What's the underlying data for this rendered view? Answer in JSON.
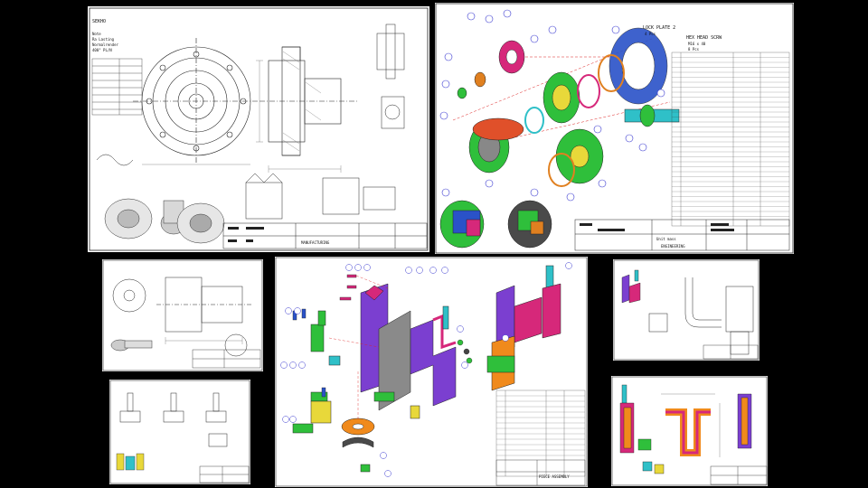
{
  "sheet_a": {
    "header": "SEKHO",
    "notes": [
      "Note",
      "Ra Lasting",
      "Normalrender",
      "400° PL/N"
    ],
    "footer": "MANUFACTURING"
  },
  "sheet_b": {
    "callout_title": "LOCK PLATE 2",
    "callout_qty": "4 Pcs",
    "callout_screw": "HEX HEAD SCRW",
    "callout_spec": "M16 x 40",
    "callout_qty2": "8 Pcs",
    "title_block": "ENGINEERING",
    "unit": "Unit mass"
  },
  "sheet_d": {
    "title": "PIECE ASSEMBLY"
  },
  "colors": {
    "purple": "#7b3fd0",
    "magenta": "#d6287a",
    "orange": "#f08a1c",
    "green": "#2fbf3b",
    "yellow": "#e8d83a",
    "cyan": "#2fc0c8",
    "blue": "#2a52c8",
    "gray": "#8a8a8a",
    "balloon": "#3a3ad0"
  }
}
